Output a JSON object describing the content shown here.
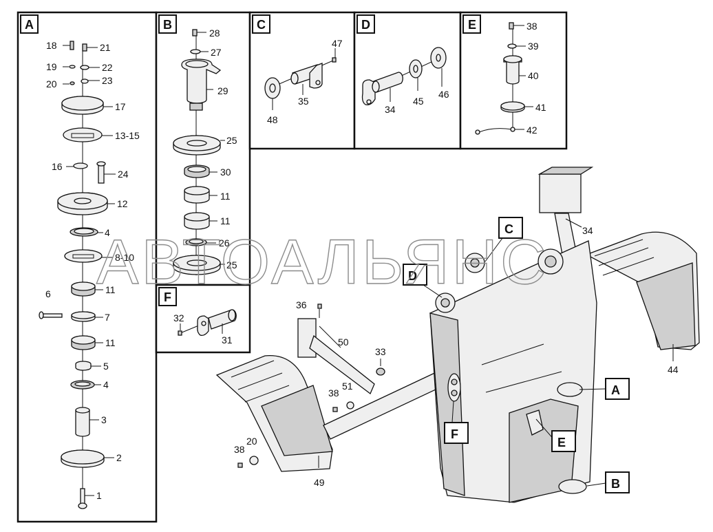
{
  "watermark": "АВТОАЛЬЯНС",
  "panels": [
    {
      "id": "A",
      "label": "A"
    },
    {
      "id": "B",
      "label": "B"
    },
    {
      "id": "C",
      "label": "C"
    },
    {
      "id": "D",
      "label": "D"
    },
    {
      "id": "E",
      "label": "E"
    },
    {
      "id": "F",
      "label": "F"
    }
  ],
  "callouts": {
    "A": [
      "18",
      "21",
      "19",
      "22",
      "20",
      "23",
      "17",
      "13-15",
      "16",
      "24",
      "12",
      "4",
      "8-10",
      "11",
      "6",
      "7",
      "11",
      "5",
      "4",
      "3",
      "2",
      "1"
    ],
    "B": [
      "28",
      "27",
      "29",
      "25",
      "30",
      "11",
      "11",
      "26",
      "25"
    ],
    "C": [
      "47",
      "48",
      "35"
    ],
    "D": [
      "34",
      "45",
      "46"
    ],
    "E": [
      "38",
      "39",
      "40",
      "41",
      "42"
    ],
    "F": [
      "32",
      "31"
    ],
    "main": [
      "34",
      "44",
      "36",
      "50",
      "33",
      "38",
      "51",
      "38",
      "20",
      "49"
    ]
  },
  "main_tags": [
    "C",
    "D",
    "A",
    "E",
    "F",
    "B"
  ]
}
